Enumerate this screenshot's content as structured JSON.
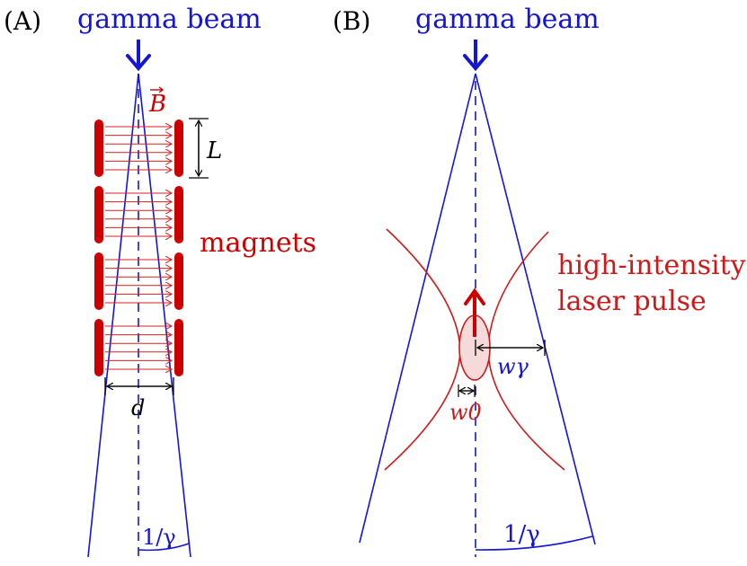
{
  "panel_a": {
    "label": "(A)",
    "beam_label": "gamma beam",
    "field_label": "B⃗",
    "field_symbol": "B",
    "length_label": "L",
    "magnets_label": "magnets",
    "gap_label": "d",
    "angle_label": "1/γ",
    "magnet_pairs": 4,
    "field_lines_per_magnet": 6
  },
  "panel_b": {
    "label": "(B)",
    "beam_label": "gamma beam",
    "laser_label_line1": "high-intensity",
    "laser_label_line2": "laser pulse",
    "laser_waist_label": "w0",
    "gamma_width_label": "wγ",
    "angle_label": "1/γ"
  },
  "colors": {
    "beam": "#1515d6",
    "magnet": "#cc0000",
    "field": "#d42020",
    "laser": "#cc1a1a",
    "pulse_fill": "#f6dada",
    "annotation": "#000000"
  }
}
